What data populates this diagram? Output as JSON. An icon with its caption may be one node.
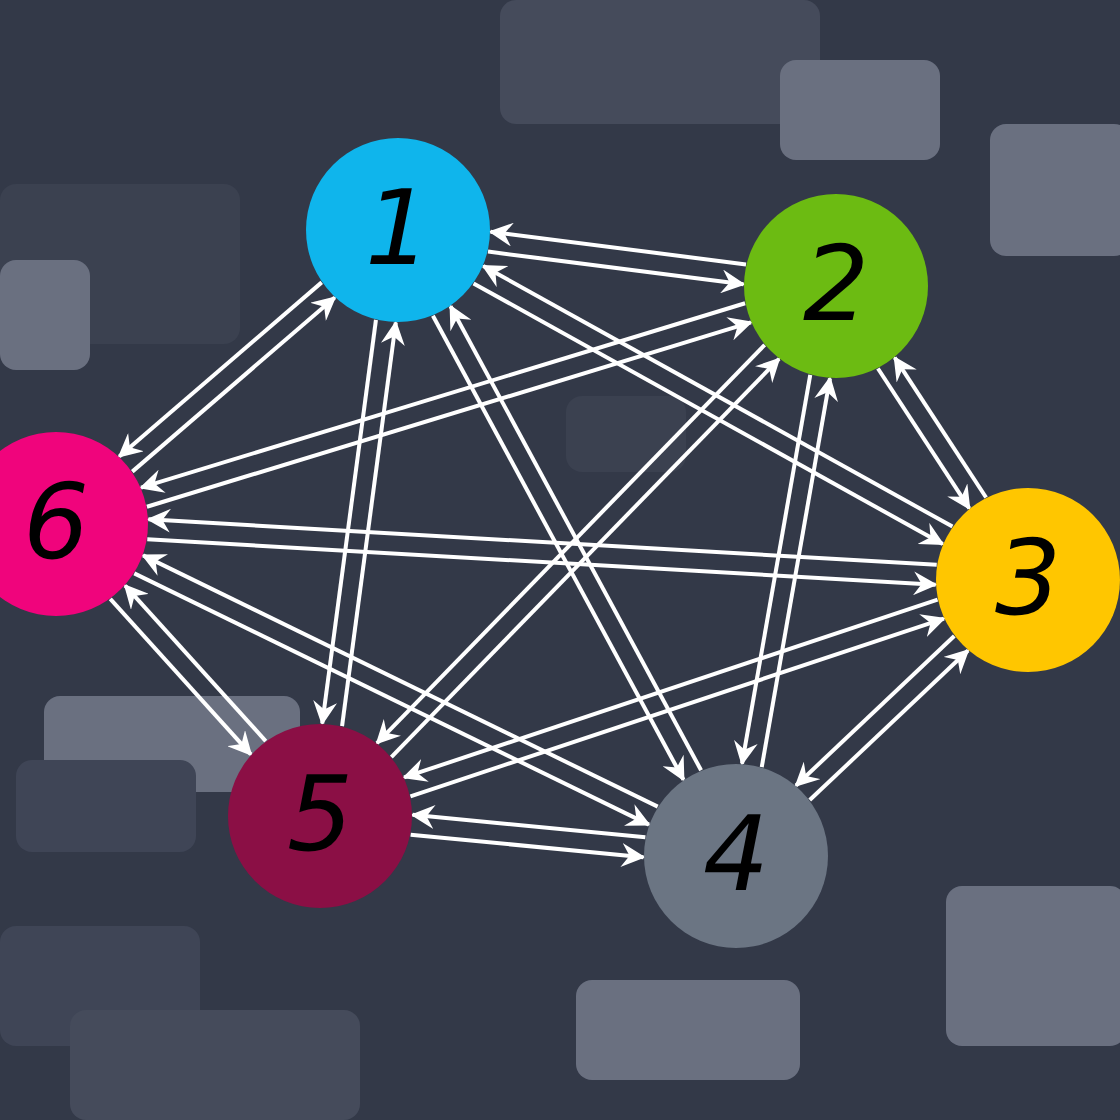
{
  "diagram": {
    "nodes": [
      {
        "text": [
          "1"
        ]
      },
      {
        "text": [
          "2"
        ]
      },
      {
        "text": [
          "3"
        ]
      },
      {
        "text": [
          "4"
        ]
      },
      {
        "text": [
          "5"
        ]
      },
      {
        "text": [
          "6"
        ]
      }
    ],
    "edges": [
      {
        "from": 0,
        "to": 1,
        "arrow": "to"
      },
      {
        "from": 1,
        "to": 0,
        "arrow": "to"
      },
      {
        "from": 0,
        "to": 2,
        "arrow": "to"
      },
      {
        "from": 2,
        "to": 0,
        "arrow": "to"
      },
      {
        "from": 0,
        "to": 3,
        "arrow": "to"
      },
      {
        "from": 3,
        "to": 0,
        "arrow": "to"
      },
      {
        "from": 0,
        "to": 4,
        "arrow": "to"
      },
      {
        "from": 4,
        "to": 0,
        "arrow": "to"
      },
      {
        "from": 0,
        "to": 5,
        "arrow": "to"
      },
      {
        "from": 5,
        "to": 0,
        "arrow": "to"
      },
      {
        "from": 1,
        "to": 2,
        "arrow": "to"
      },
      {
        "from": 2,
        "to": 1,
        "arrow": "to"
      },
      {
        "from": 1,
        "to": 3,
        "arrow": "to"
      },
      {
        "from": 3,
        "to": 1,
        "arrow": "to"
      },
      {
        "from": 1,
        "to": 4,
        "arrow": "to"
      },
      {
        "from": 4,
        "to": 1,
        "arrow": "to"
      },
      {
        "from": 1,
        "to": 5,
        "arrow": "to"
      },
      {
        "from": 5,
        "to": 1,
        "arrow": "to"
      },
      {
        "from": 2,
        "to": 3,
        "arrow": "to"
      },
      {
        "from": 3,
        "to": 2,
        "arrow": "to"
      },
      {
        "from": 2,
        "to": 4,
        "arrow": "to"
      },
      {
        "from": 4,
        "to": 2,
        "arrow": "to"
      },
      {
        "from": 2,
        "to": 5,
        "arrow": "to"
      },
      {
        "from": 5,
        "to": 2,
        "arrow": "to"
      },
      {
        "from": 3,
        "to": 4,
        "arrow": "to"
      },
      {
        "from": 4,
        "to": 3,
        "arrow": "to"
      },
      {
        "from": 3,
        "to": 5,
        "arrow": "to"
      },
      {
        "from": 5,
        "to": 3,
        "arrow": "to"
      },
      {
        "from": 4,
        "to": 5,
        "arrow": "to"
      },
      {
        "from": 5,
        "to": 4,
        "arrow": "to"
      }
    ]
  }
}
